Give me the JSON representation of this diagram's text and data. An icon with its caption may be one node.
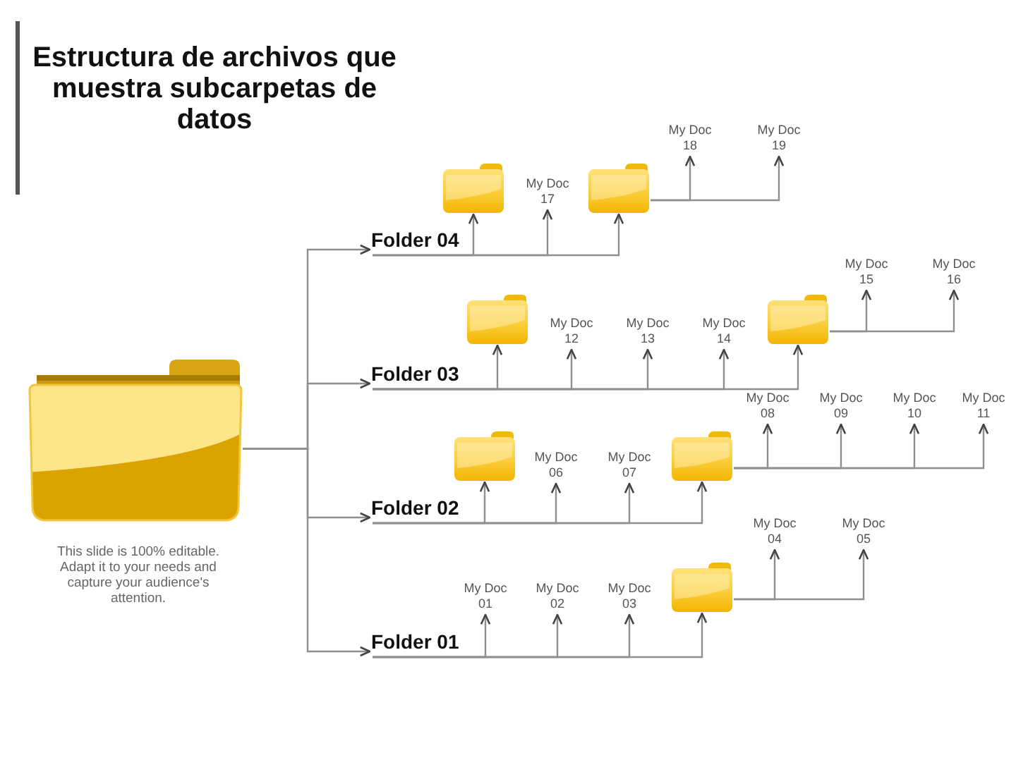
{
  "diagram": {
    "title": "Estructura de archivos que muestra subcarpetas de datos",
    "nodes": [
      {
        "text": [],
        "shape": "folder"
      },
      {
        "text": [
          "Folder 04"
        ]
      },
      {
        "text": [],
        "shape": "folder"
      },
      {
        "text": [
          "My Doc 17"
        ]
      },
      {
        "text": [],
        "shape": "folder"
      },
      {
        "text": [
          "My Doc 18"
        ]
      },
      {
        "text": [
          "My Doc 19"
        ]
      },
      {
        "text": [
          "Folder 03"
        ]
      },
      {
        "text": [],
        "shape": "folder"
      },
      {
        "text": [
          "My Doc 12"
        ]
      },
      {
        "text": [
          "My Doc 13"
        ]
      },
      {
        "text": [
          "My Doc 14"
        ]
      },
      {
        "text": [],
        "shape": "folder"
      },
      {
        "text": [
          "My Doc 15"
        ]
      },
      {
        "text": [
          "My Doc 16"
        ]
      },
      {
        "text": [
          "Folder 02"
        ]
      },
      {
        "text": [],
        "shape": "folder"
      },
      {
        "text": [
          "My Doc 06"
        ]
      },
      {
        "text": [
          "My Doc 07"
        ]
      },
      {
        "text": [],
        "shape": "folder"
      },
      {
        "text": [
          "My Doc 08"
        ]
      },
      {
        "text": [
          "My Doc 09"
        ]
      },
      {
        "text": [
          "My Doc 10"
        ]
      },
      {
        "text": [
          "My Doc 11"
        ]
      },
      {
        "text": [
          "Folder 01"
        ]
      },
      {
        "text": [
          "My Doc 01"
        ]
      },
      {
        "text": [
          "My Doc 02"
        ]
      },
      {
        "text": [
          "My Doc 03"
        ]
      },
      {
        "text": [],
        "shape": "folder"
      },
      {
        "text": [
          "My Doc 04"
        ]
      },
      {
        "text": [
          "My Doc 05"
        ]
      }
    ],
    "edges": [
      {
        "from": 0,
        "to": 1,
        "arrow": "to"
      },
      {
        "from": 0,
        "to": 7,
        "arrow": "to"
      },
      {
        "from": 0,
        "to": 15,
        "arrow": "to"
      },
      {
        "from": 0,
        "to": 24,
        "arrow": "to"
      },
      {
        "from": 1,
        "to": 2,
        "arrow": "to"
      },
      {
        "from": 1,
        "to": 3,
        "arrow": "to"
      },
      {
        "from": 1,
        "to": 4,
        "arrow": "to"
      },
      {
        "from": 4,
        "to": 5,
        "arrow": "to"
      },
      {
        "from": 4,
        "to": 6,
        "arrow": "to"
      },
      {
        "from": 7,
        "to": 8,
        "arrow": "to"
      },
      {
        "from": 7,
        "to": 9,
        "arrow": "to"
      },
      {
        "from": 7,
        "to": 10,
        "arrow": "to"
      },
      {
        "from": 7,
        "to": 11,
        "arrow": "to"
      },
      {
        "from": 7,
        "to": 12,
        "arrow": "to"
      },
      {
        "from": 12,
        "to": 13,
        "arrow": "to"
      },
      {
        "from": 12,
        "to": 14,
        "arrow": "to"
      },
      {
        "from": 15,
        "to": 16,
        "arrow": "to"
      },
      {
        "from": 15,
        "to": 17,
        "arrow": "to"
      },
      {
        "from": 15,
        "to": 18,
        "arrow": "to"
      },
      {
        "from": 15,
        "to": 19,
        "arrow": "to"
      },
      {
        "from": 19,
        "to": 20,
        "arrow": "to"
      },
      {
        "from": 19,
        "to": 21,
        "arrow": "to"
      },
      {
        "from": 19,
        "to": 22,
        "arrow": "to"
      },
      {
        "from": 19,
        "to": 23,
        "arrow": "to"
      },
      {
        "from": 24,
        "to": 25,
        "arrow": "to"
      },
      {
        "from": 24,
        "to": 26,
        "arrow": "to"
      },
      {
        "from": 24,
        "to": 27,
        "arrow": "to"
      },
      {
        "from": 24,
        "to": 28,
        "arrow": "to"
      },
      {
        "from": 28,
        "to": 29,
        "arrow": "to"
      },
      {
        "from": 28,
        "to": 30,
        "arrow": "to"
      }
    ],
    "labels": [
      "This slide is 100% editable. Adapt it to your needs and capture your audience's attention."
    ]
  }
}
